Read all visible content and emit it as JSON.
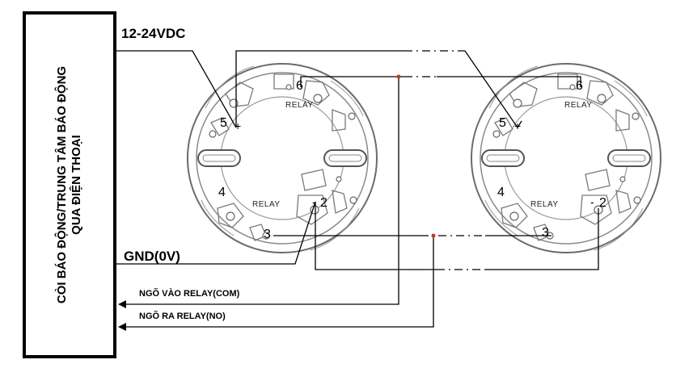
{
  "panel": {
    "line1": "CÒI BÁO ĐỘNG/TRUNG TÂM BÁO ĐỘNG",
    "line2": "QUA ĐIỆN THOẠI"
  },
  "labels": {
    "power": "12-24VDC",
    "ground": "GND(0V)",
    "relay_in": "NGÕ VÀO RELAY(COM)",
    "relay_out": "NGÕ RA RELAY(NO)"
  },
  "base": {
    "relay_label": "RELAY",
    "terminals": {
      "t2": "2",
      "t3": "3",
      "t4": "4",
      "t5": "5",
      "t6": "6",
      "plus": "+",
      "minus": "-"
    }
  },
  "colors": {
    "line": "#000000",
    "base_stroke": "#6b6b6b",
    "junction": "#c0392b"
  }
}
